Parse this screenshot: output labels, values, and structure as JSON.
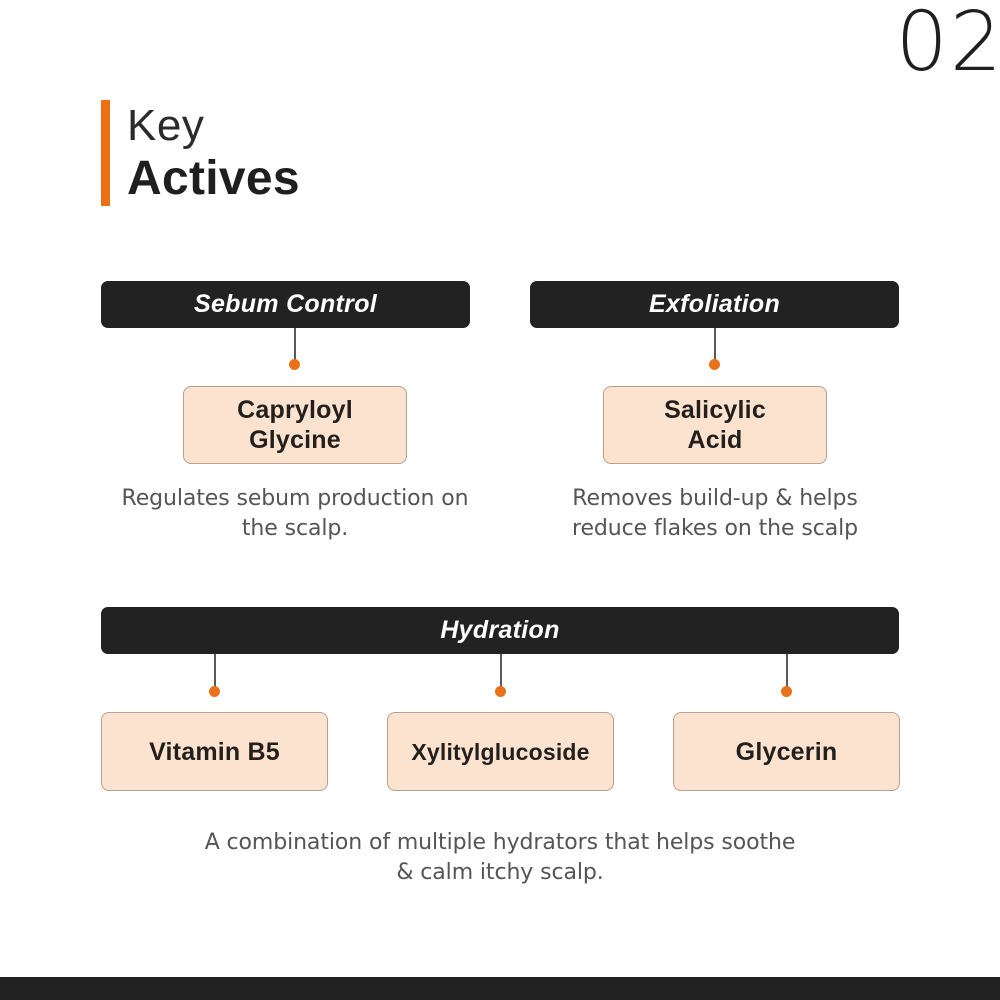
{
  "page": {
    "number": "02",
    "background_color": "#ffffff",
    "accent_color": "#ED7014",
    "dot_color": "#E8721C",
    "bar_color": "#222222",
    "box_color": "#FBE3D0"
  },
  "heading": {
    "line1": "Key",
    "line2": "Actives"
  },
  "sections": [
    {
      "title": "Sebum Control",
      "ingredients": [
        {
          "name": "Capryloyl\nGlycine"
        }
      ],
      "description": "Regulates sebum production on the scalp."
    },
    {
      "title": "Exfoliation",
      "ingredients": [
        {
          "name": "Salicylic\nAcid"
        }
      ],
      "description": "Removes build-up & helps reduce flakes on the scalp"
    },
    {
      "title": "Hydration",
      "ingredients": [
        {
          "name": "Vitamin B5"
        },
        {
          "name": "Xylitylglucoside"
        },
        {
          "name": "Glycerin"
        }
      ],
      "description": "A combination of multiple hydrators that helps soothe & calm itchy scalp."
    }
  ]
}
